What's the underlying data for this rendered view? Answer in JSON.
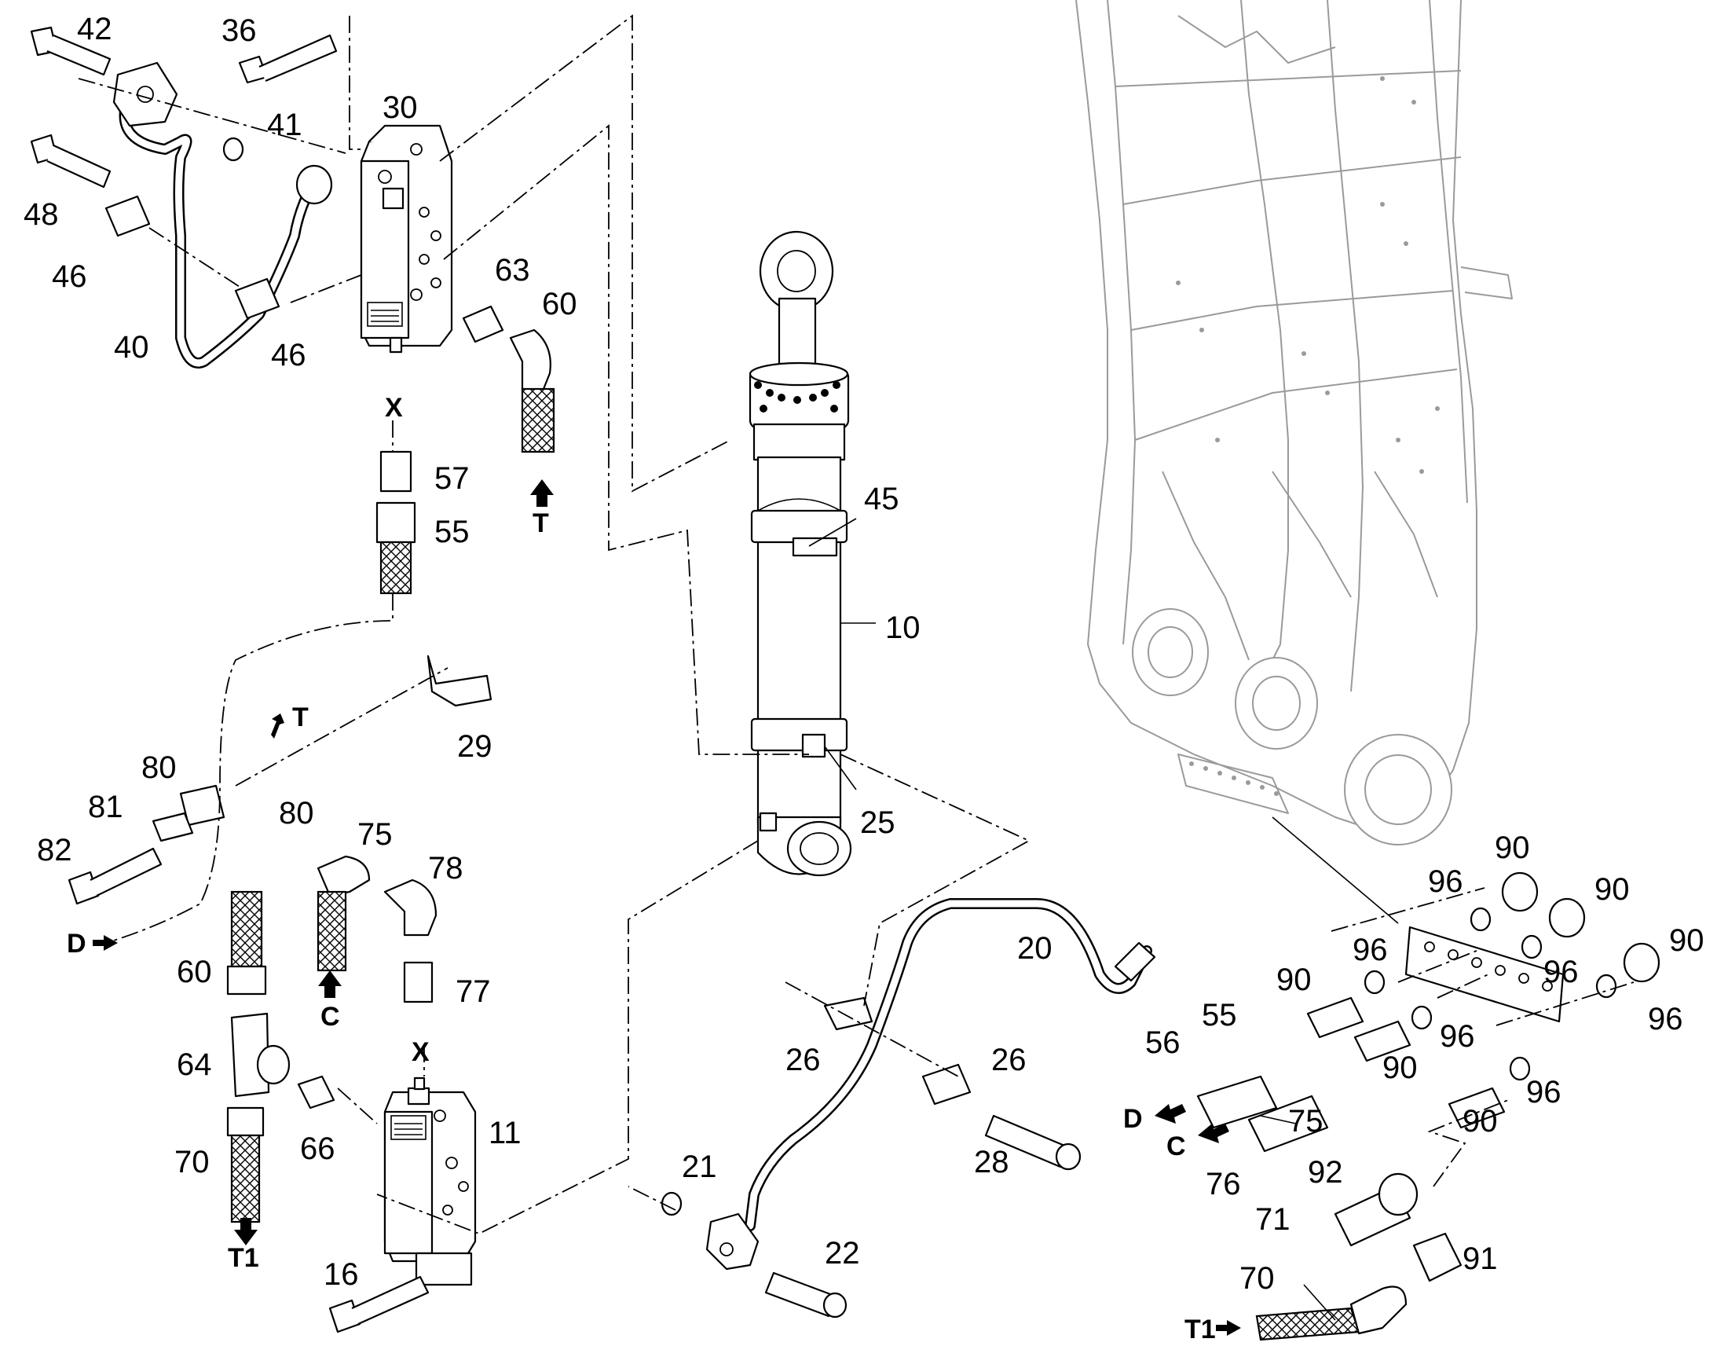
{
  "callouts": {
    "n10": "10",
    "n11": "11",
    "n16": "16",
    "n20": "20",
    "n21": "21",
    "n22": "22",
    "n25": "25",
    "n26a": "26",
    "n26b": "26",
    "n28": "28",
    "n29": "29",
    "n30": "30",
    "n36": "36",
    "n40": "40",
    "n41": "41",
    "n42": "42",
    "n45": "45",
    "n46a": "46",
    "n46b": "46",
    "n48": "48",
    "n55a": "55",
    "n55b": "55",
    "n56": "56",
    "n57": "57",
    "n60a": "60",
    "n60b": "60",
    "n63": "63",
    "n64": "64",
    "n66": "66",
    "n70a": "70",
    "n70b": "70",
    "n71": "71",
    "n75a": "75",
    "n75b": "75",
    "n76": "76",
    "n77": "77",
    "n78": "78",
    "n80a": "80",
    "n80b": "80",
    "n81": "81",
    "n82": "82",
    "n90a": "90",
    "n90b": "90",
    "n90c": "90",
    "n90d": "90",
    "n90e": "90",
    "n90f": "90",
    "n91": "91",
    "n92": "92",
    "n96a": "96",
    "n96b": "96",
    "n96c": "96",
    "n96d": "96",
    "n96e": "96",
    "n96f": "96"
  },
  "ports": {
    "x_top": "X",
    "x_bottom": "X",
    "t_right": "T",
    "t_left": "T",
    "d_left": "D",
    "d_right": "D",
    "c_left": "C",
    "c_right": "C",
    "t1_left": "T1",
    "t1_bottom": "T1"
  }
}
